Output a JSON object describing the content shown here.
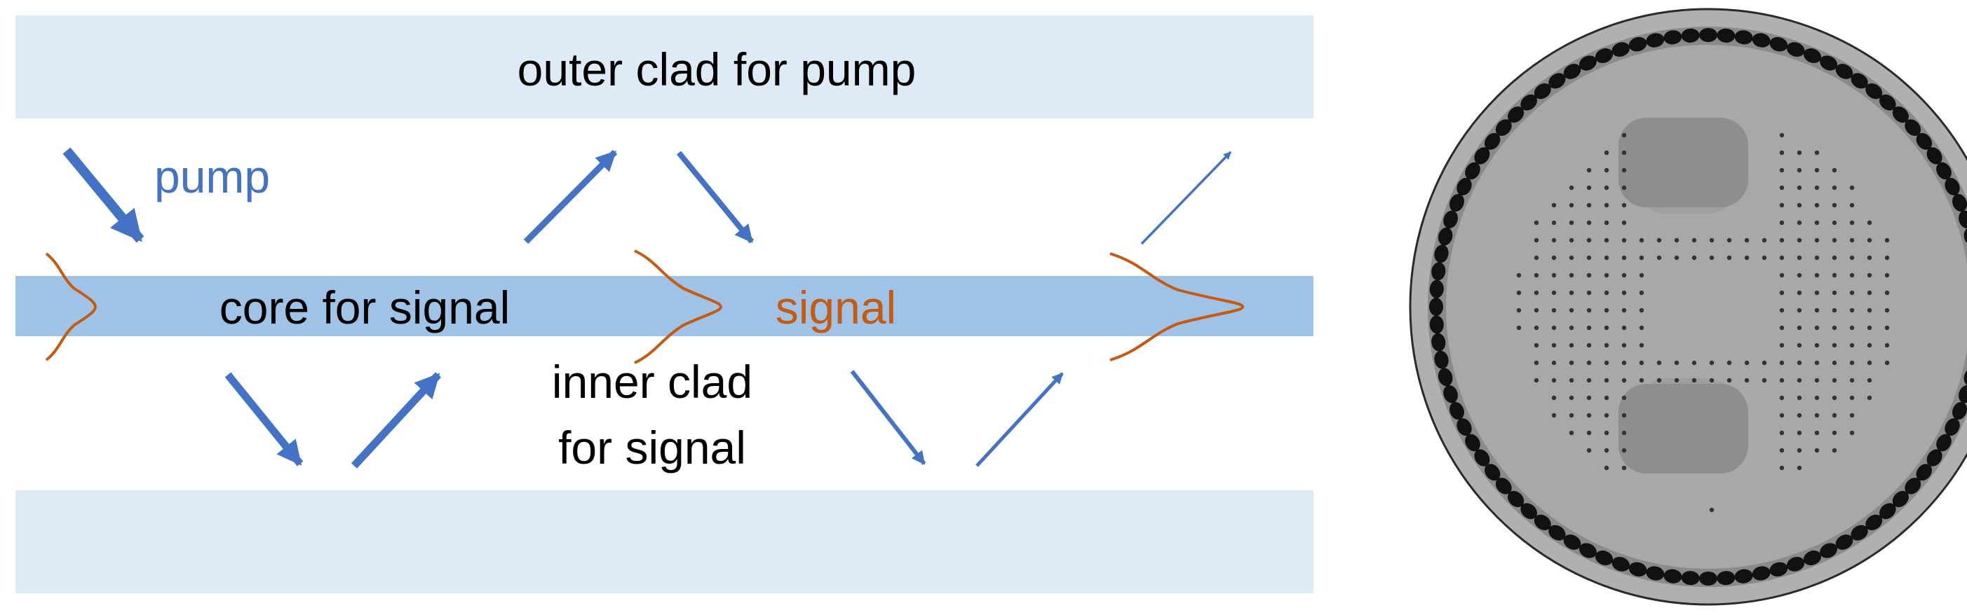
{
  "labels": {
    "outer_clad": "outer clad for pump",
    "pump": "pump",
    "core": "core for signal",
    "signal": "signal",
    "inner_clad_line1": "inner clad",
    "inner_clad_line2": "for signal"
  },
  "colors": {
    "clad_band": "#deeaf6",
    "core_band": "#9fc3e6",
    "pump_arrow": "#4472c4",
    "signal_curve": "#c55a11",
    "label_text": "#000000",
    "fiber_outer_ring": "#b0b0b0",
    "fiber_hole_ring": "#111111",
    "fiber_interior": "#a8a8a8",
    "fiber_stress_rods": "#8e8e8e",
    "fiber_air_holes": "#333333"
  },
  "icons": {
    "pump_arrow": "arrow-icon",
    "signal_mode": "gaussian-mode-icon",
    "fiber_cross_section": "fiber-cross-section-image"
  }
}
